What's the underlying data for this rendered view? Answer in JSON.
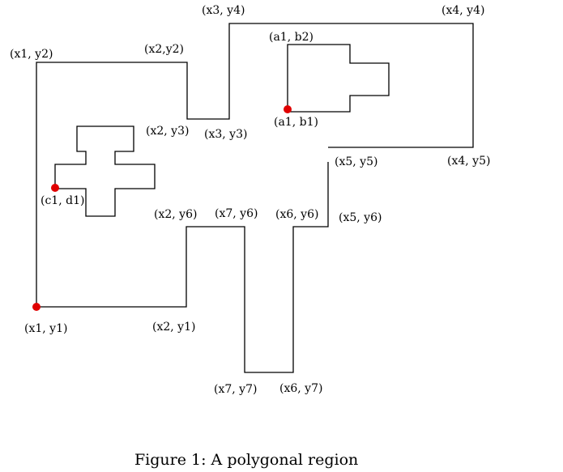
{
  "caption": "Figure 1:  A polygonal region",
  "colors": {
    "line": "#000000",
    "point": "#e00000",
    "background": "#ffffff"
  },
  "labels": {
    "x3y4": "(x3, y4)",
    "x4y4": "(x4, y4)",
    "a1b2": "(a1, b2)",
    "x1y2": "(x1, y2)",
    "x2y2": "(x2,y2)",
    "x2y3": "(x2, y3)",
    "x3y3": "(x3, y3)",
    "a1b1": "(a1, b1)",
    "x5y5": "(x5, y5)",
    "x4y5": "(x4, y5)",
    "c1d1": "(c1, d1)",
    "x2y6": "(x2, y6)",
    "x7y6": "(x7, y6)",
    "x6y6": "(x6, y6)",
    "x5y6": "(x5, y6)",
    "x1y1": "(x1, y1)",
    "x2y1": "(x2, y1)",
    "x7y7": "(x7, y7)",
    "x6y7": "(x6, y7)"
  }
}
